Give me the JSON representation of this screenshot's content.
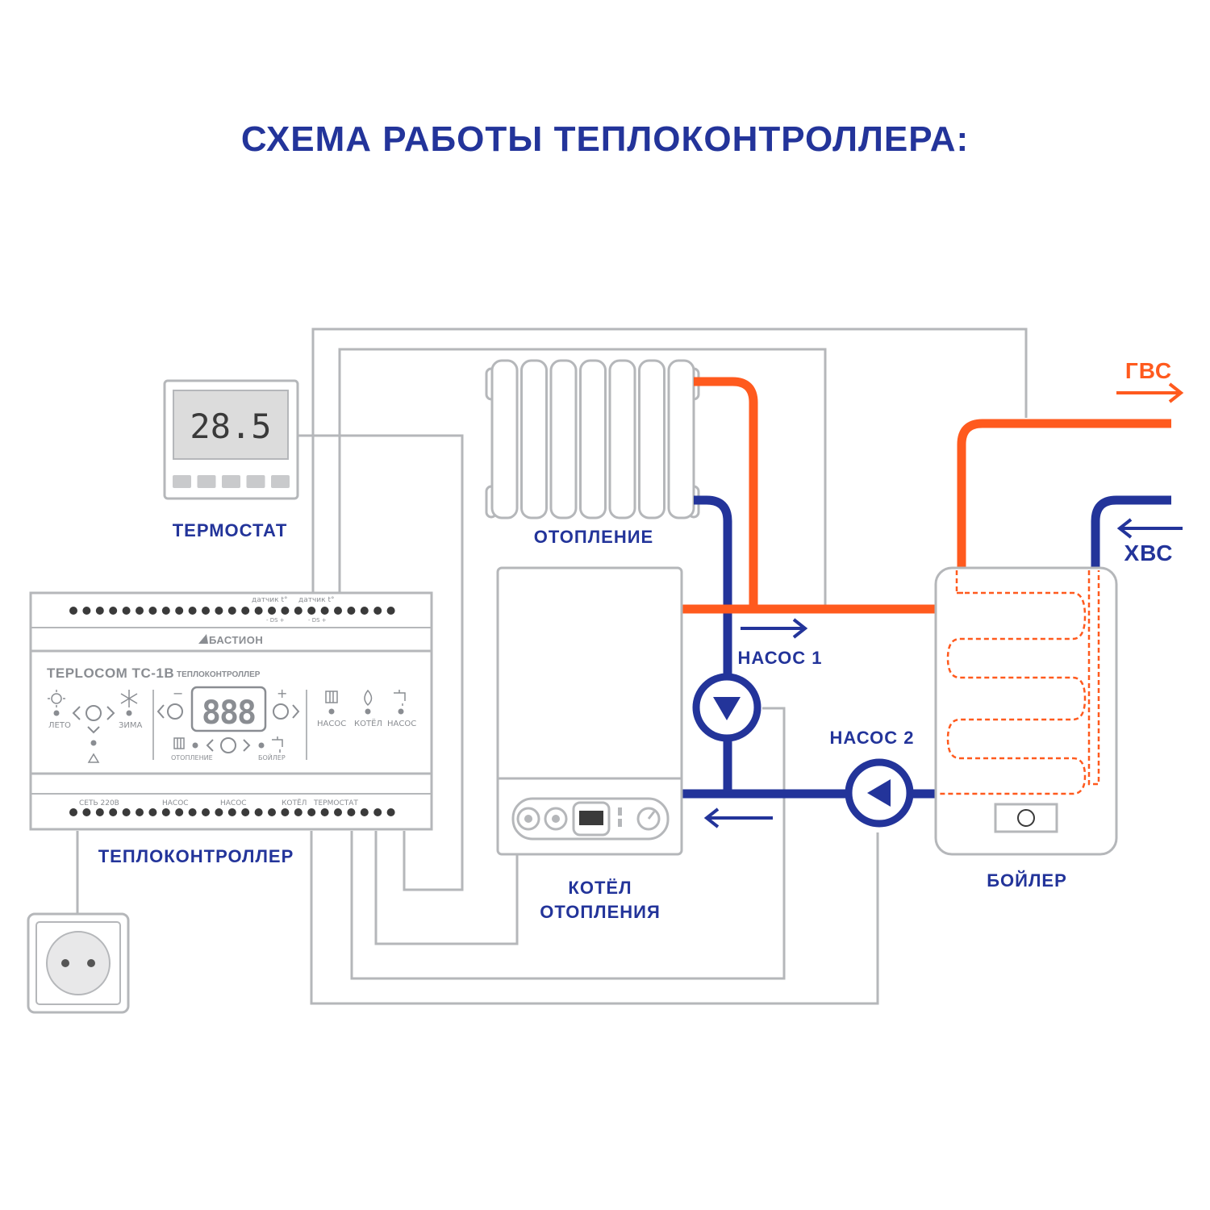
{
  "title": "СХЕМА РАБОТЫ ТЕПЛОКОНТРОЛЛЕРА:",
  "colors": {
    "hot": "#ff5a1e",
    "cold": "#23349a",
    "wire": "#b5b7ba",
    "label": "#23349a"
  },
  "labels": {
    "thermostat": "ТЕРМОСТАТ",
    "heating": "ОТОПЛЕНИЕ",
    "boiler_line1": "КОТЁЛ",
    "boiler_line2": "ОТОПЛЕНИЯ",
    "pump1": "НАСОС 1",
    "pump2": "НАСОС 2",
    "hot_water": "ГВС",
    "cold_water": "ХВС",
    "water_heater": "БОЙЛЕР",
    "controller": "ТЕПЛОКОНТРОЛЛЕР"
  },
  "thermostat_display": "28.5",
  "controller": {
    "brand": "БАСТИОН",
    "model": "TEPLOCOM TC-1B",
    "model_suffix": "ТЕПЛОКОНТРОЛЛЕР",
    "display": "888",
    "top_labels": {
      "sensor1": "датчик t°",
      "sensor2": "датчик t°",
      "ds1": "-  DS  +",
      "ds2": "-  DS  +"
    },
    "mode_summer": "ЛЕТО",
    "mode_winter": "ЗИМА",
    "minus": "−",
    "plus": "+",
    "heating": "ОТОПЛЕНИЕ",
    "boiler": "БОЙЛЕР",
    "indicators": [
      "НАСОС",
      "КОТЁЛ",
      "НАСОС"
    ],
    "bottom_labels": [
      "СЕТЬ 220В",
      "НАСОС",
      "НАСОС",
      "КОТЁЛ",
      "ТЕРМОСТАТ"
    ]
  },
  "icons": [
    "sun-icon",
    "snowflake-icon",
    "radiator-icon",
    "flame-icon",
    "tap-icon",
    "pump-icon",
    "socket-icon",
    "arrow-icon"
  ]
}
